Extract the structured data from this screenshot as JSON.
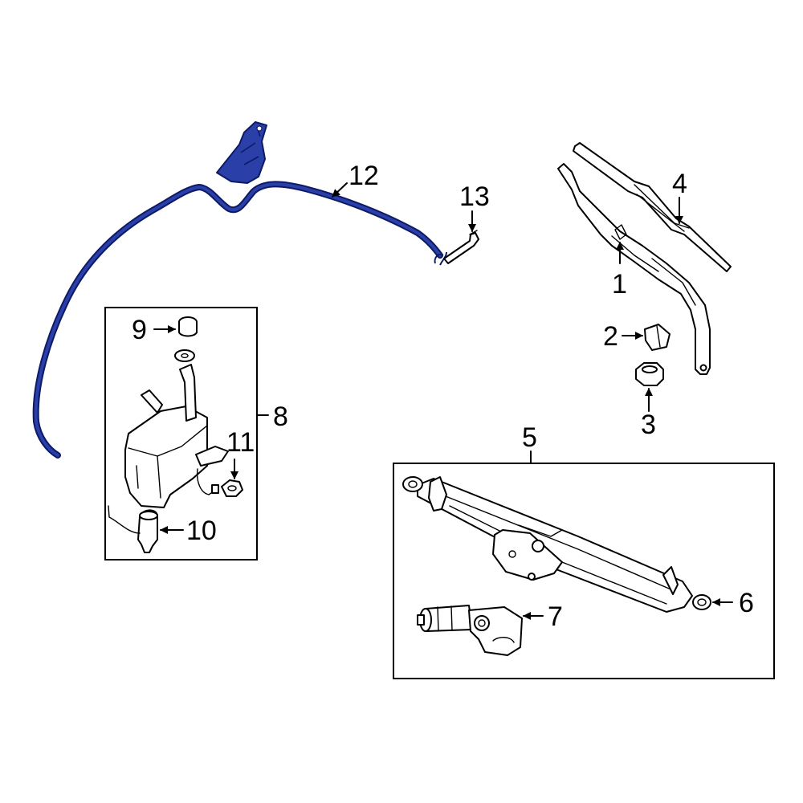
{
  "highlight_color": "#2b3fa8",
  "highlight_dark": "#0d1a66",
  "callouts": {
    "c1": "1",
    "c2": "2",
    "c3": "3",
    "c4": "4",
    "c5": "5",
    "c6": "6",
    "c7": "7",
    "c8": "8",
    "c9": "9",
    "c10": "10",
    "c11": "11",
    "c12": "12",
    "c13": "13"
  }
}
